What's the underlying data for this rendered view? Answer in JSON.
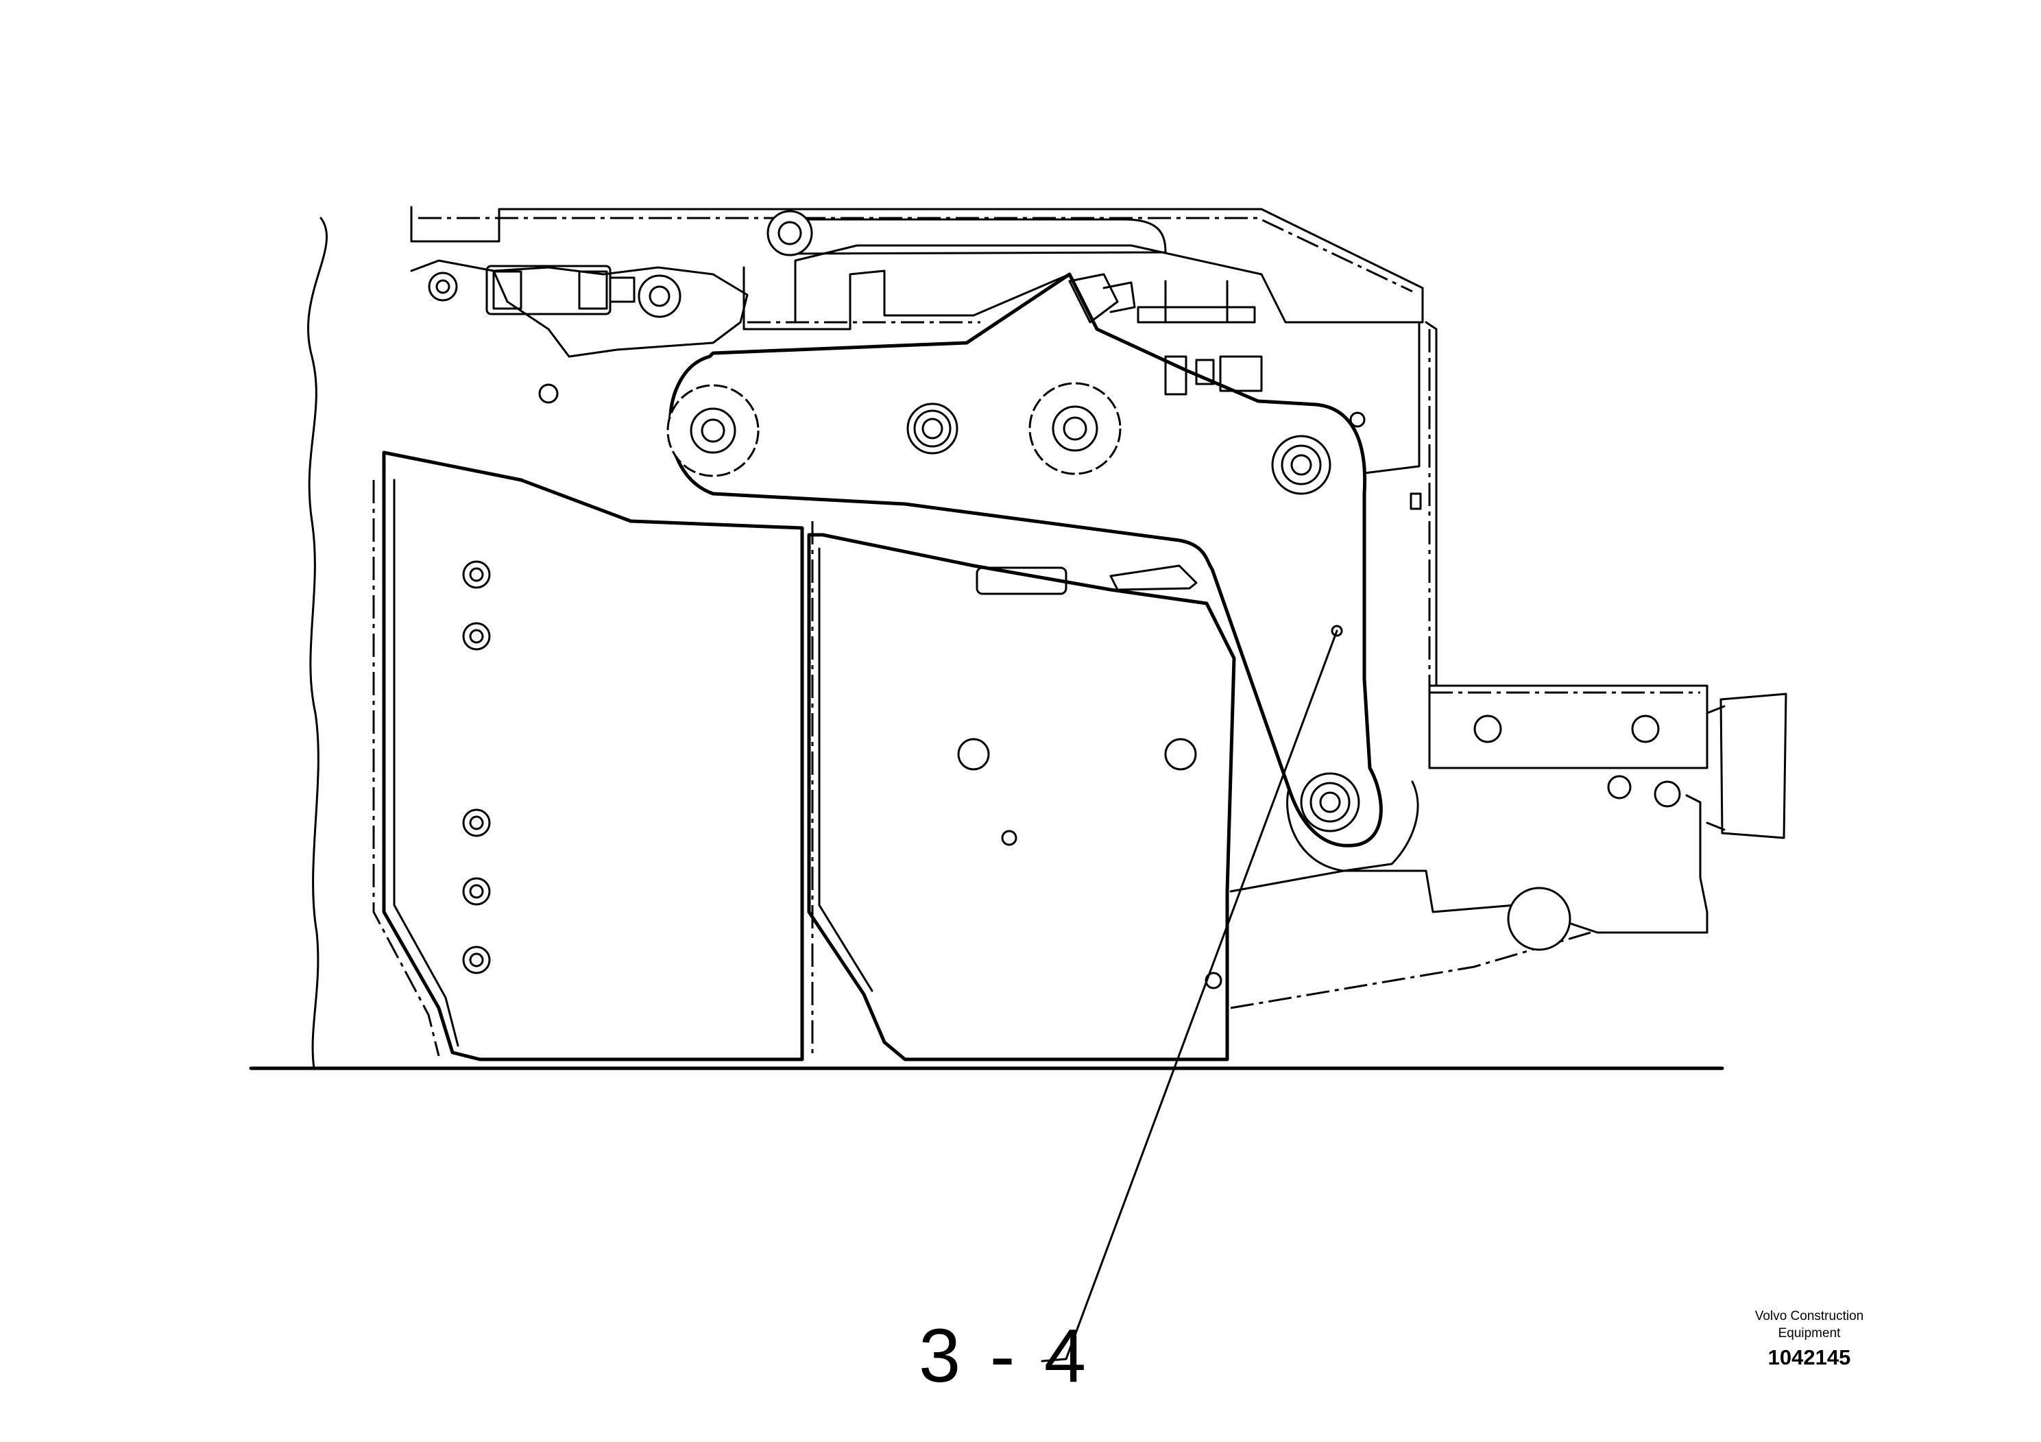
{
  "diagram": {
    "callouts": [
      {
        "label": "3 - 4"
      }
    ]
  },
  "title_block": {
    "company_line1": "Volvo Construction",
    "company_line2": "Equipment",
    "drawing_number": "1042145"
  }
}
